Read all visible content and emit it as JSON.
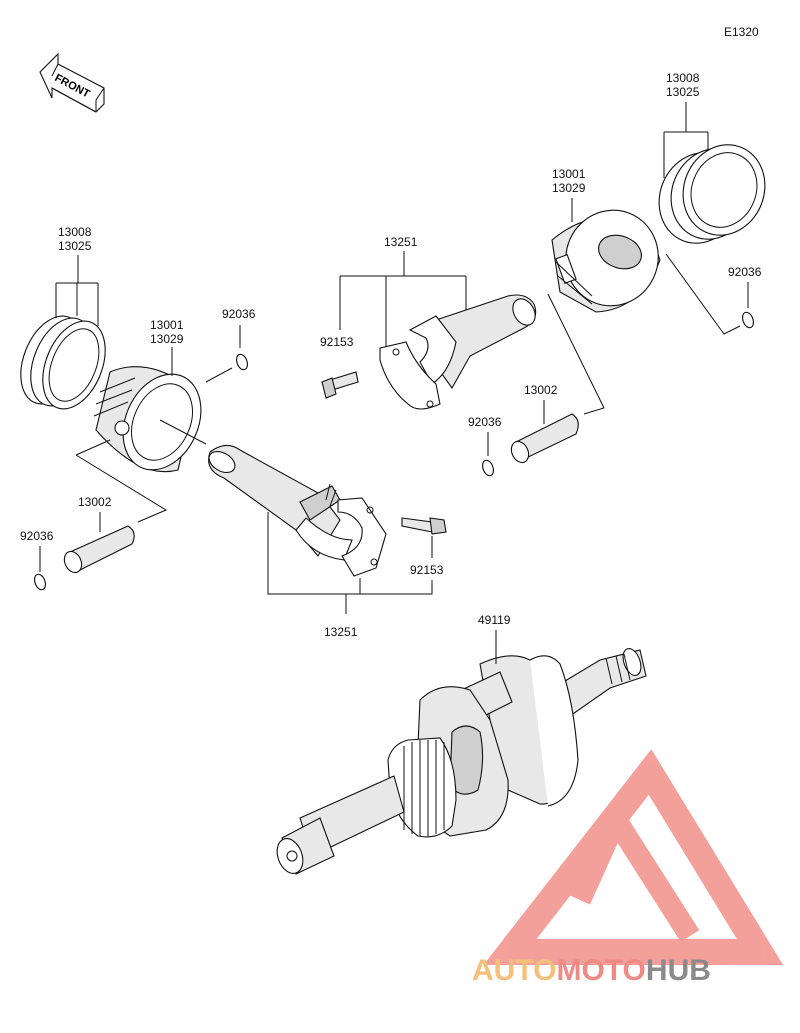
{
  "drawing_code": "E1320",
  "front_label": "FRONT",
  "labels": {
    "rings_left_1": "13008",
    "rings_left_2": "13025",
    "piston_left_1": "13001",
    "piston_left_2": "13029",
    "clip_top_left": "92036",
    "pin_left": "13002",
    "clip_bottom_left": "92036",
    "rod_left_bolt": "92153",
    "rod_left": "13251",
    "rod_right": "13251",
    "rod_right_bolt": "92153",
    "clip_mid": "92036",
    "pin_right": "13002",
    "piston_right_1": "13001",
    "piston_right_2": "13029",
    "rings_right_1": "13008",
    "rings_right_2": "13025",
    "clip_right": "92036",
    "crankshaft": "49119"
  },
  "watermark": {
    "part1": "AUTO",
    "part2": "MOTO",
    "part3": "HUB",
    "color1": "#f6c07a",
    "color2": "#f08a84",
    "color3": "#8a8a8a",
    "logo_color": "#f2908a"
  }
}
